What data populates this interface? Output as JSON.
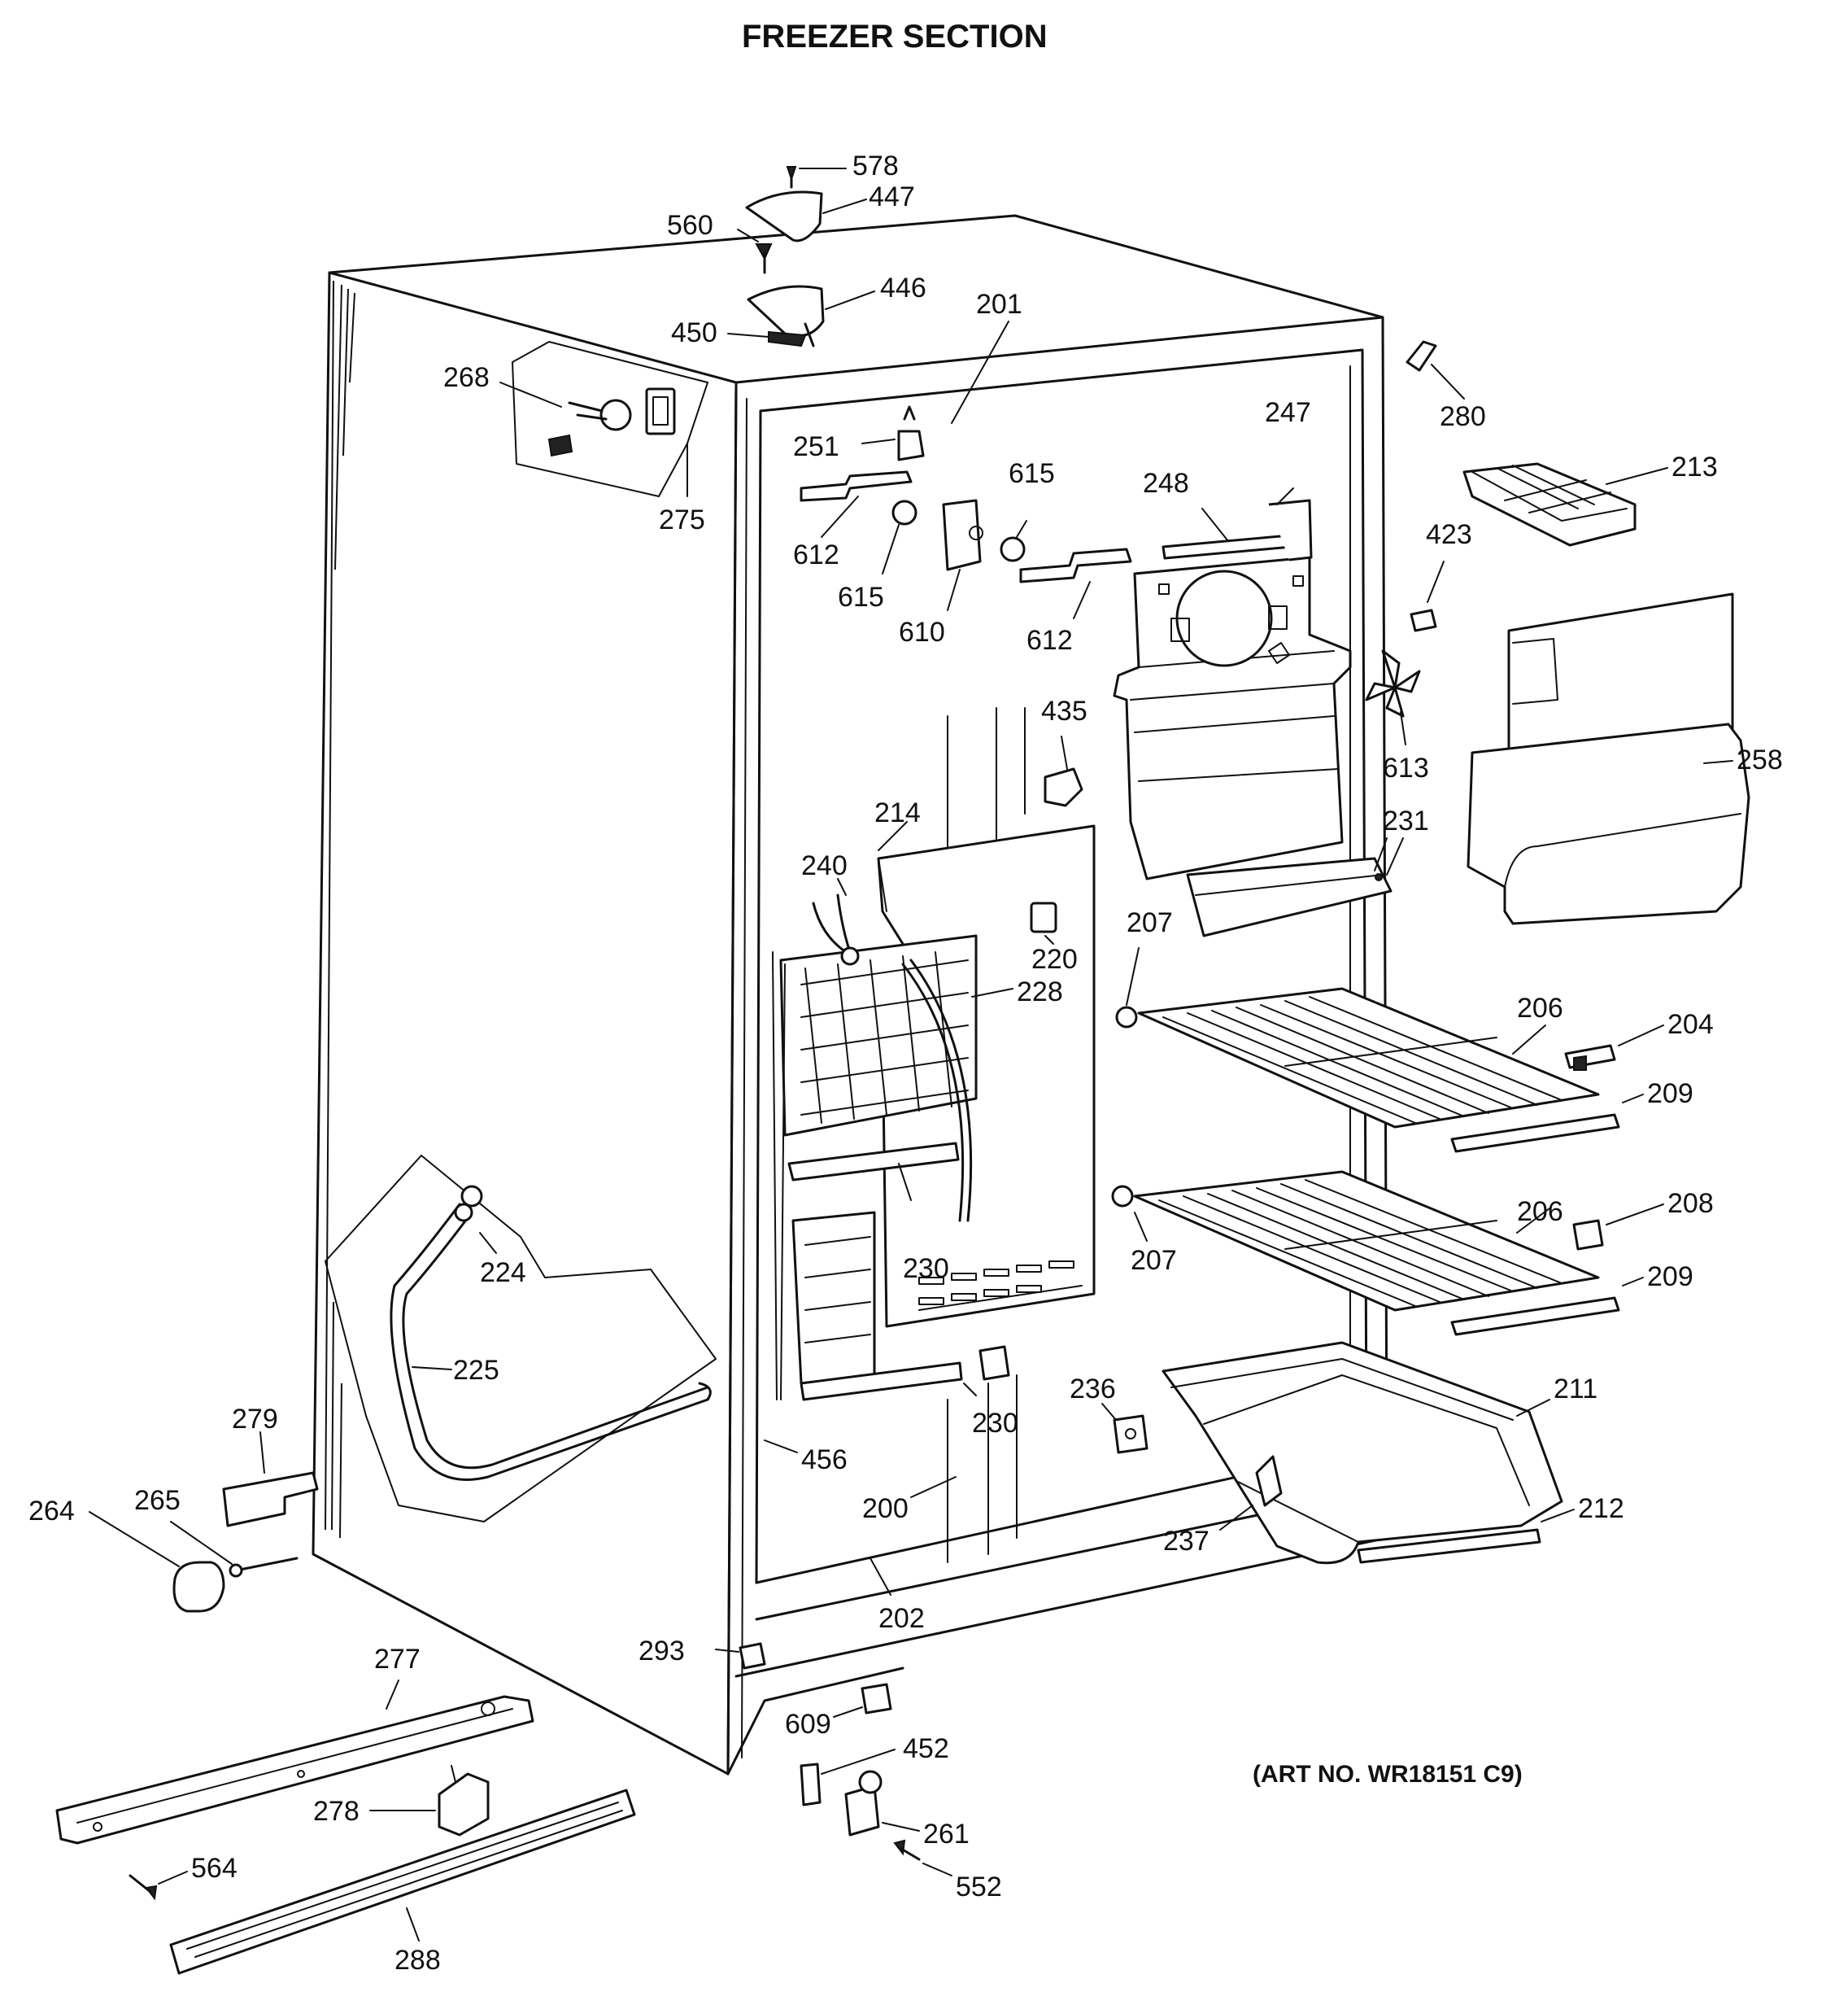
{
  "title": "FREEZER SECTION",
  "art_number": "(ART NO. WR18151 C9)",
  "callouts": {
    "c578": "578",
    "c447": "447",
    "c560": "560",
    "c446": "446",
    "c450": "450",
    "c201": "201",
    "c280": "280",
    "c268": "268",
    "c275": "275",
    "c251": "251",
    "c612a": "612",
    "c615a": "615",
    "c615b": "615",
    "c610": "610",
    "c612b": "612",
    "c248": "248",
    "c247": "247",
    "c213": "213",
    "c423": "423",
    "c613": "613",
    "c258": "258",
    "c435": "435",
    "c231": "231",
    "c214": "214",
    "c240": "240",
    "c220": "220",
    "c228": "228",
    "c207a": "207",
    "c206a": "206",
    "c204": "204",
    "c209a": "209",
    "c230a": "230",
    "c206b": "206",
    "c208": "208",
    "c207b": "207",
    "c209b": "209",
    "c224": "224",
    "c225": "225",
    "c211": "211",
    "c236": "236",
    "c230b": "230",
    "c279": "279",
    "c456": "456",
    "c200": "200",
    "c212": "212",
    "c237": "237",
    "c264": "264",
    "c265": "265",
    "c202": "202",
    "c293": "293",
    "c277": "277",
    "c609": "609",
    "c452": "452",
    "c278": "278",
    "c261": "261",
    "c564": "564",
    "c552": "552",
    "c288": "288"
  }
}
